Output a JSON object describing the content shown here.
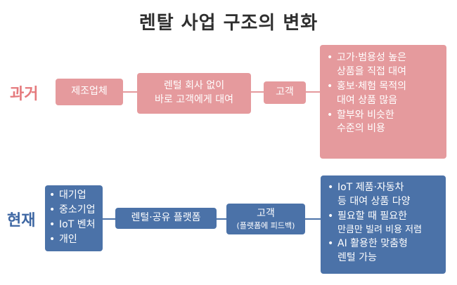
{
  "title": "렌탈 사업 구조의 변화",
  "past": {
    "label": "과거",
    "manufacturer": "제조업체",
    "direct": [
      "렌털 회사 없이",
      "바로 고객에게 대여"
    ],
    "customer": "고객",
    "bullets": [
      [
        "고가·범용성 높은",
        "상품을 직접 대여"
      ],
      [
        "홍보·체험 목적의",
        "대여 상품 많음"
      ],
      [
        "할부와 비슷한",
        "수준의 비용"
      ]
    ]
  },
  "present": {
    "label": "현재",
    "suppliers": [
      "대기업",
      "중소기업",
      "IoT 벤처",
      "개인"
    ],
    "platform": "렌털·공유 플랫폼",
    "customer": "고객",
    "customer_sub": "(플랫폼에 피드백)",
    "bullets": [
      [
        "IoT 제품·자동차",
        "등 대여 상품 다양"
      ],
      [
        "필요할 때 필요한",
        "만큼만 빌려 비용 저렴"
      ],
      [
        "AI 활용한 맞춤형",
        "렌털 가능"
      ]
    ]
  },
  "colors": {
    "past": "#e59a9d",
    "past_label": "#e57a7d",
    "present": "#4b72a8",
    "present_label": "#3e67a3"
  }
}
